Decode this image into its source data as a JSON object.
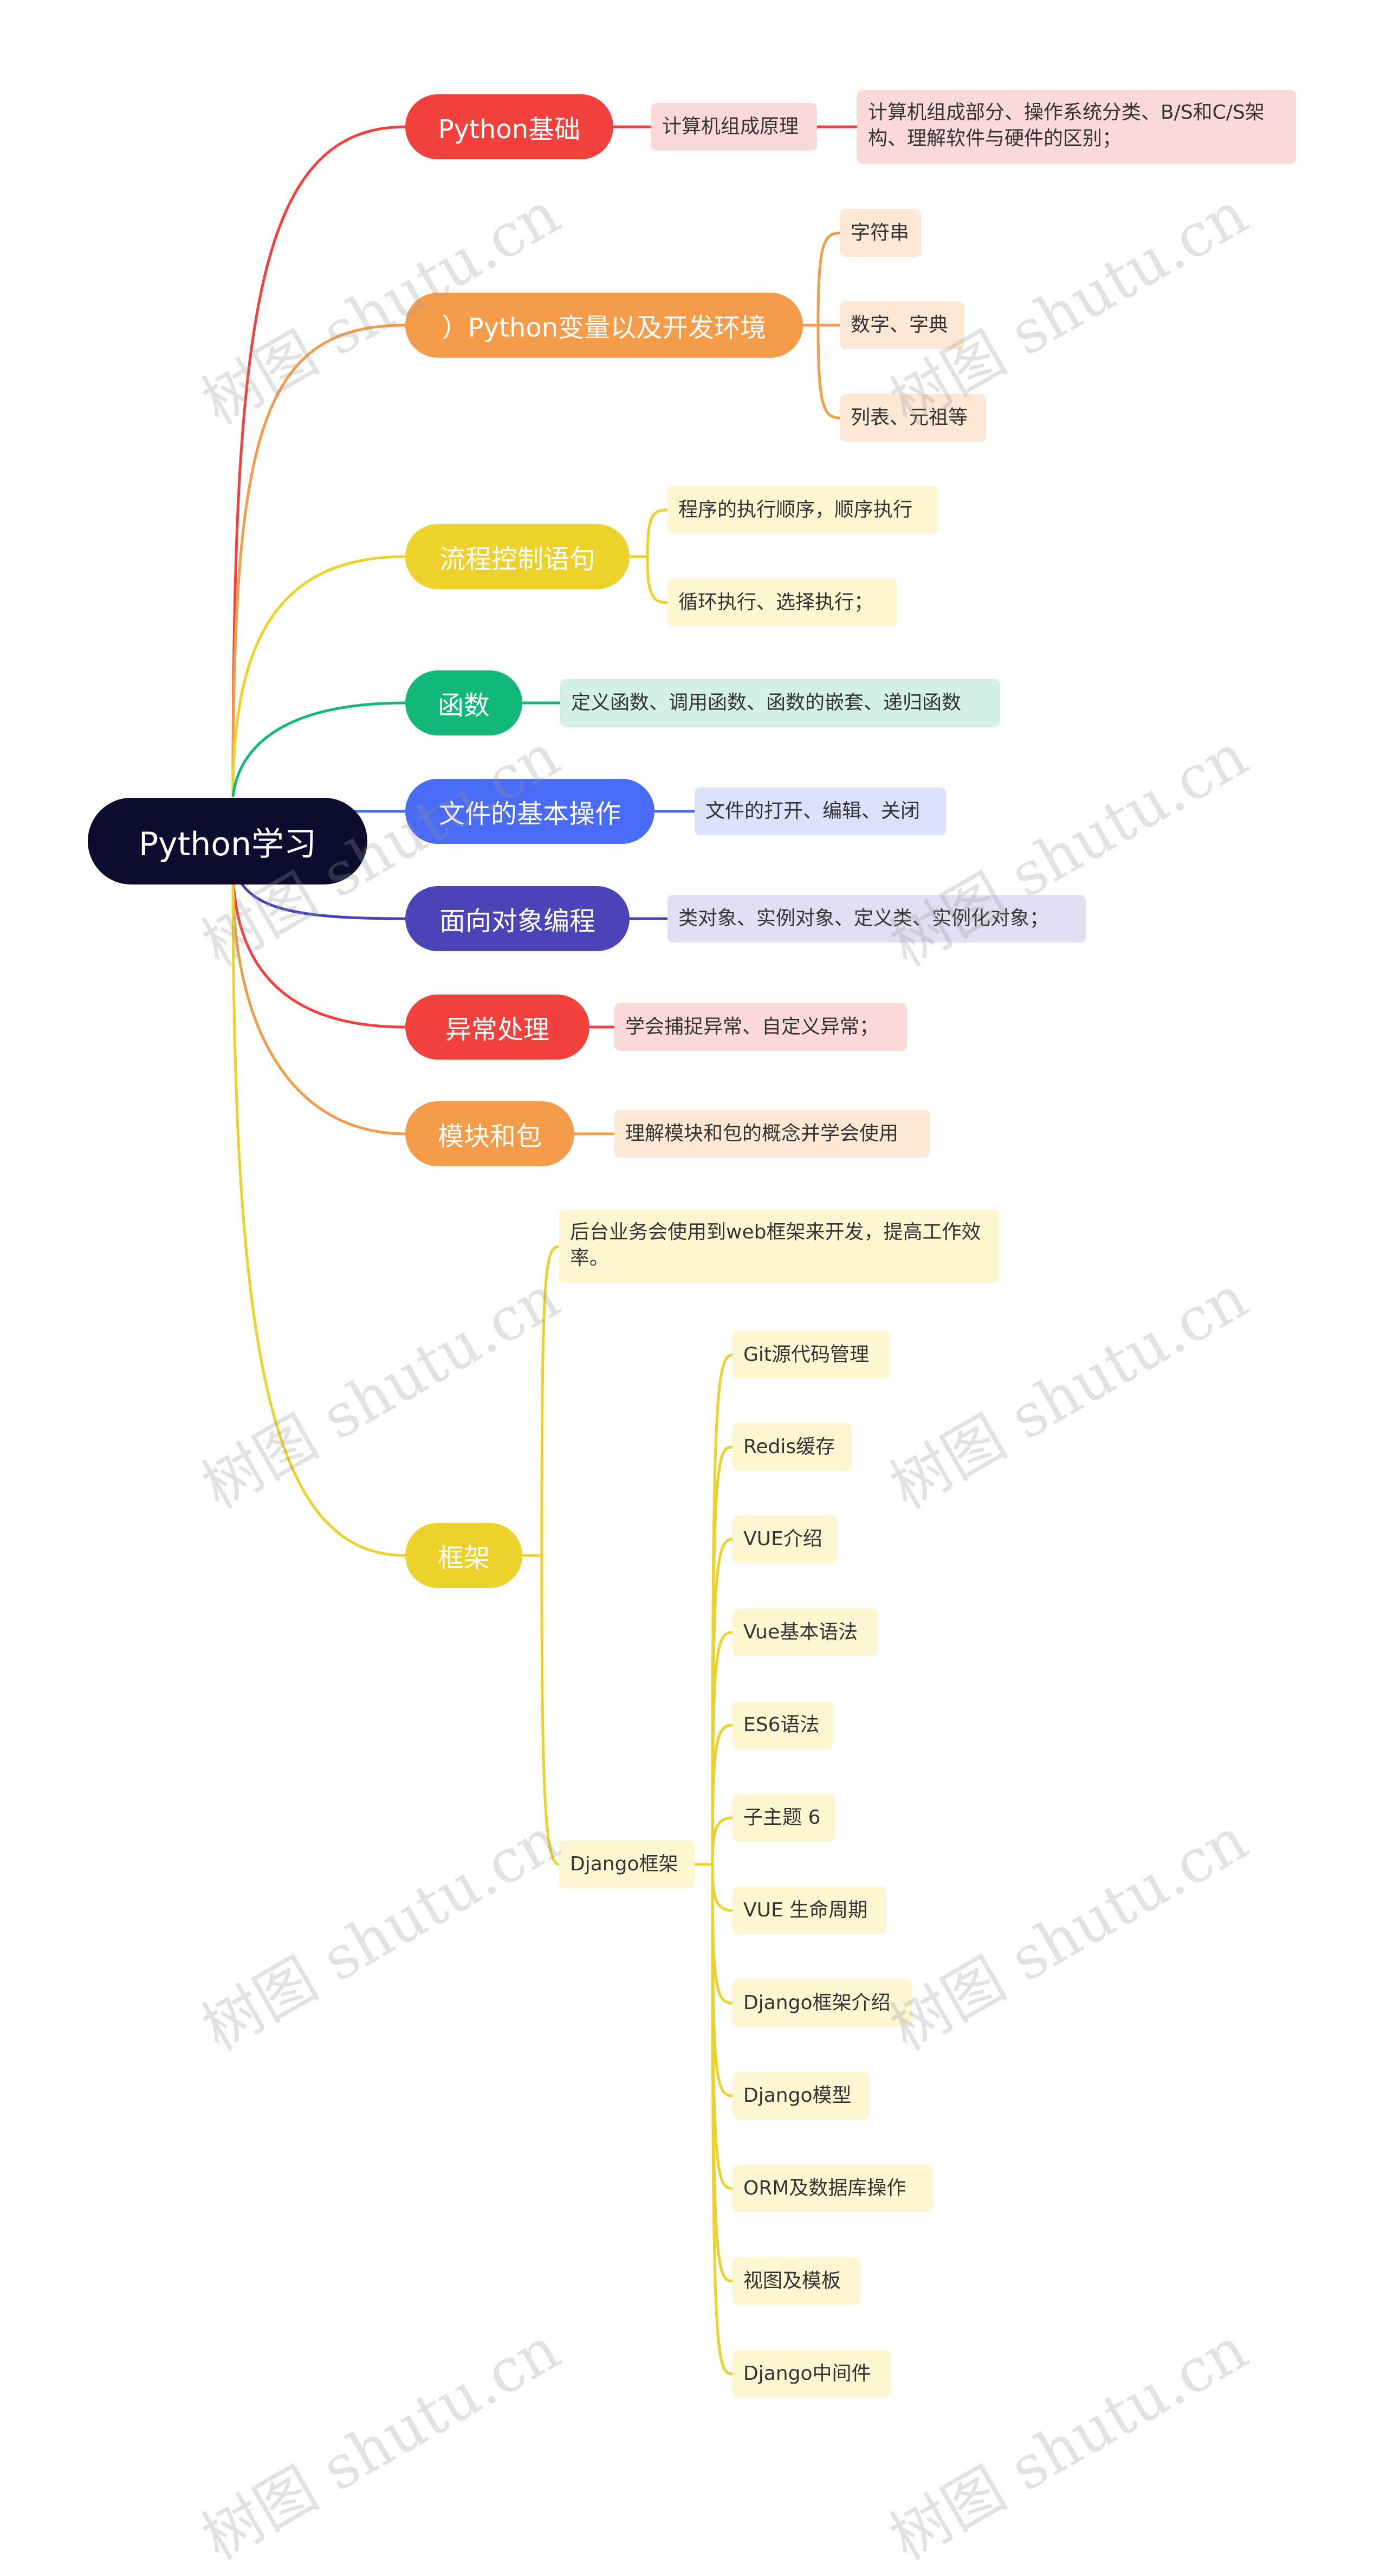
{
  "root": {
    "label": "Python学习",
    "color": "#0d0b2e"
  },
  "branches": {
    "basics": {
      "label": "Python基础",
      "color": "#f2413c",
      "leaf": "计算机组成原理",
      "leaf_bg": "#fbd9d8",
      "detail": "计算机组成部分、操作系统分类、B/S和C/S架构、理解软件与硬件的区别；"
    },
    "variables": {
      "label": "）Python变量以及开发环境",
      "color": "#f59c4a",
      "leaf_bg": "#fde8d6",
      "items": [
        "字符串",
        "数字、字典",
        "列表、元祖等"
      ]
    },
    "flow": {
      "label": "流程控制语句",
      "color": "#ecd22b",
      "leaf_bg": "#fdf6d0",
      "items": [
        "程序的执行顺序，顺序执行",
        "循环执行、选择执行；"
      ]
    },
    "func": {
      "label": "函数",
      "color": "#12b87a",
      "leaf_bg": "#d3f1e5",
      "leaf": "定义函数、调用函数、函数的嵌套、递归函数"
    },
    "file": {
      "label": "文件的基本操作",
      "color": "#4a6bf5",
      "leaf_bg": "#dbe2fd",
      "leaf": "文件的打开、编辑、关闭"
    },
    "oop": {
      "label": "面向对象编程",
      "color": "#4a44b8",
      "leaf_bg": "#e0dff4",
      "leaf": "类对象、实例对象、定义类、实例化对象；"
    },
    "exc": {
      "label": "异常处理",
      "color": "#f2413c",
      "leaf_bg": "#fbd9d8",
      "leaf": "学会捕捉异常、自定义异常；"
    },
    "module": {
      "label": "模块和包",
      "color": "#f59c4a",
      "leaf_bg": "#fde8d6",
      "leaf": "理解模块和包的概念并学会使用"
    },
    "framework": {
      "label": "框架",
      "color": "#ecd22b",
      "leaf_bg": "#fdf6d0",
      "intro": "后台业务会使用到web框架来开发，提高工作效率。",
      "django": "Django框架",
      "items": [
        "Git源代码管理",
        "Redis缓存",
        "VUE介绍",
        "Vue基本语法",
        "ES6语法",
        "子主题 6",
        "VUE 生命周期",
        "Django框架介绍",
        "Django模型",
        "ORM及数据库操作",
        "视图及模板",
        "Django中间件"
      ]
    }
  },
  "watermark": "树图 shutu.cn"
}
